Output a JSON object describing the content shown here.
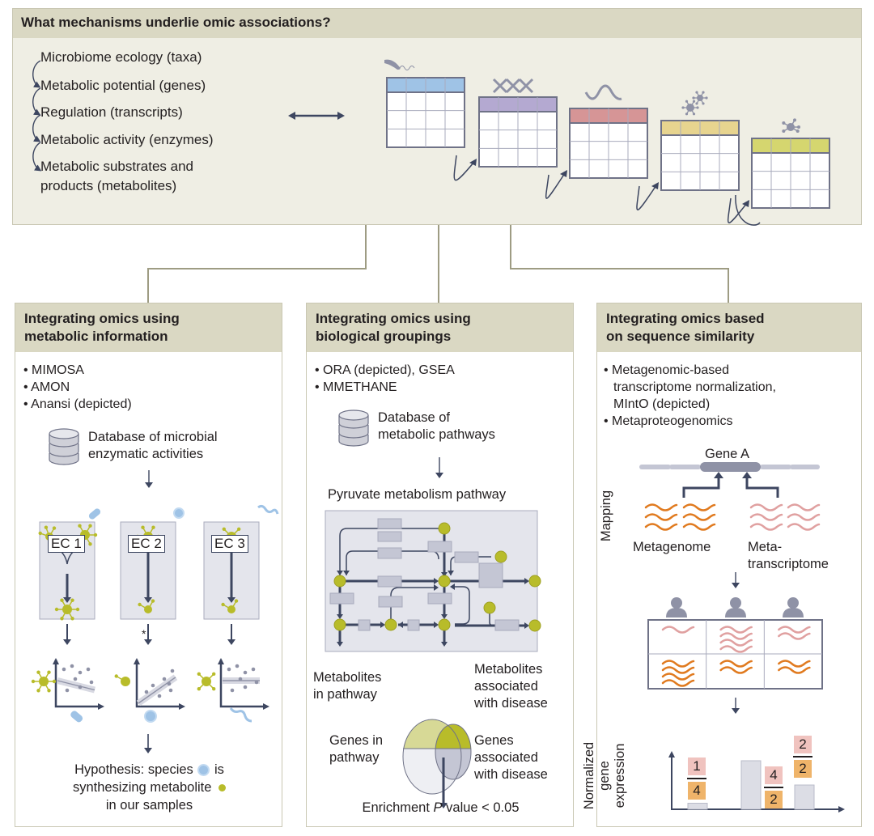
{
  "banner": {
    "title": "What mechanisms underlie omic associations?",
    "omic_levels": [
      "Microbiome ecology (taxa)",
      "Metabolic potential (genes)",
      "Regulation (transcripts)",
      "Metabolic activity (enzymes)",
      "Metabolic substrates and",
      "products (metabolites)"
    ],
    "tables": [
      {
        "icon": "bacterium-icon",
        "header_color": "#9fc3e6"
      },
      {
        "icon": "dna-icon",
        "header_color": "#b4a9d1"
      },
      {
        "icon": "rna-icon",
        "header_color": "#d69596"
      },
      {
        "icon": "enzyme-icon",
        "header_color": "#e7d48f"
      },
      {
        "icon": "metabolite-icon",
        "header_color": "#d5d66f"
      }
    ]
  },
  "panels": {
    "metabolic": {
      "title_line1": "Integrating omics using",
      "title_line2": "metabolic information",
      "bullets": [
        "• MIMOSA",
        "• AMON",
        "• Anansi (depicted)"
      ],
      "database_line1": "Database of microbial",
      "database_line2": "enzymatic activities",
      "enzymes": [
        "EC 1",
        "EC 2",
        "EC 3"
      ],
      "significance_mark": "*",
      "hypothesis_line1": "Hypothesis: species",
      "hypothesis_is": "is",
      "hypothesis_line2": "synthesizing metabolite",
      "hypothesis_line3": "in our samples"
    },
    "groupings": {
      "title_line1": "Integrating omics using",
      "title_line2": "biological groupings",
      "bullets": [
        "• ORA (depicted), GSEA",
        "• MMETHANE"
      ],
      "database_line1": "Database of",
      "database_line2": "metabolic pathways",
      "pathway_title": "Pyruvate metabolism pathway",
      "venn_labels": {
        "metabolites_pathway_1": "Metabolites",
        "metabolites_pathway_2": "in pathway",
        "metabolites_disease_1": "Metabolites",
        "metabolites_disease_2": "associated",
        "metabolites_disease_3": "with disease",
        "genes_pathway_1": "Genes in",
        "genes_pathway_2": "pathway",
        "genes_disease_1": "Genes",
        "genes_disease_2": "associated",
        "genes_disease_3": "with disease"
      },
      "enrichment_prefix": "Enrichment",
      "enrichment_p": "P",
      "enrichment_suffix": "value < 0.05"
    },
    "sequence": {
      "title_line1": "Integrating omics based",
      "title_line2": "on sequence similarity",
      "bullets": [
        "• Metagenomic-based",
        "transcriptome normalization,",
        "MIntO (depicted)",
        "• Metaproteogenomics"
      ],
      "gene_label": "Gene A",
      "mapping_label": "Mapping",
      "metagenome_label": "Metagenome",
      "metatranscriptome_line1": "Meta-",
      "metatranscriptome_line2": "transcriptome",
      "samples": [
        {
          "transcript_reads": 1,
          "genome_reads": 4
        },
        {
          "transcript_reads": 4,
          "genome_reads": 2
        },
        {
          "transcript_reads": 2,
          "genome_reads": 2
        }
      ],
      "ylabel_line1": "Normalized",
      "ylabel_line2": "gene",
      "ylabel_line3": "expression",
      "fractions": [
        {
          "num": "1",
          "den": "4"
        },
        {
          "num": "4",
          "den": "2"
        },
        {
          "num": "2",
          "den": "2"
        }
      ]
    }
  },
  "colors": {
    "header": "#dad8c3",
    "banner_bg": "#efeee4",
    "metabolite": "#b8bc2a",
    "microbe": "#9fc3e6",
    "dark_arrow": "#3d4660",
    "metagenome": "#e07a1f",
    "metatranscriptome": "#e0a0a0"
  }
}
